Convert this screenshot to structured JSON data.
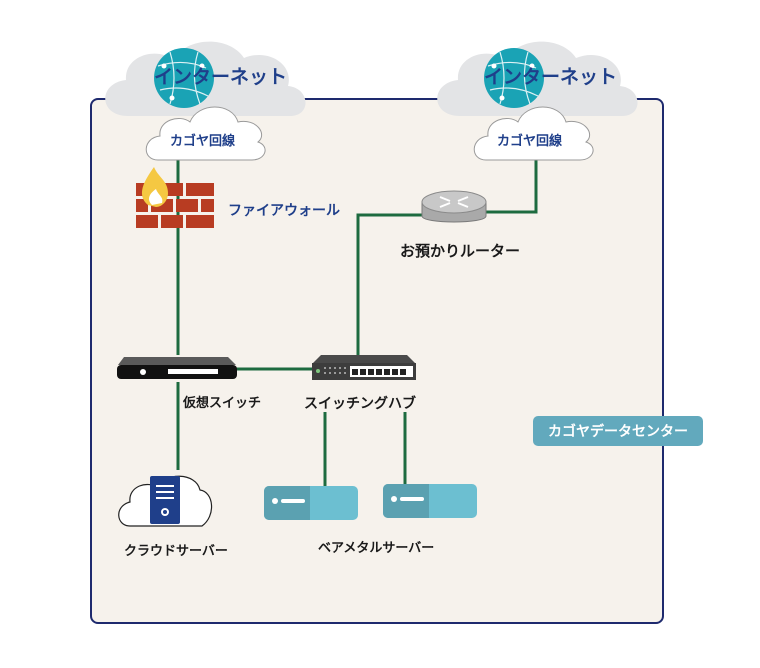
{
  "diagram": {
    "internet_left": {
      "label": "インターネット"
    },
    "internet_right": {
      "label": "インターネット"
    },
    "line_left": {
      "label": "カゴヤ回線"
    },
    "line_right": {
      "label": "カゴヤ回線"
    },
    "firewall": {
      "label": "ファイアウォール"
    },
    "router": {
      "label": "お預かりルーター"
    },
    "virtual_switch": {
      "label": "仮想スイッチ"
    },
    "switching_hub": {
      "label": "スイッチングハブ"
    },
    "cloud_server": {
      "label": "クラウドサーバー"
    },
    "bare_metal": {
      "label": "ベアメタルサーバー"
    },
    "datacenter": {
      "label": "カゴヤデータセンター"
    },
    "colors": {
      "connector": "#1d6b3f",
      "frame": "#1e2a6e",
      "frame_fill": "#f6f2ec",
      "label_blue": "#1f3f8a",
      "badge": "#62a9bd",
      "globe": "#1aa3b5",
      "brick": "#b83c22"
    }
  }
}
